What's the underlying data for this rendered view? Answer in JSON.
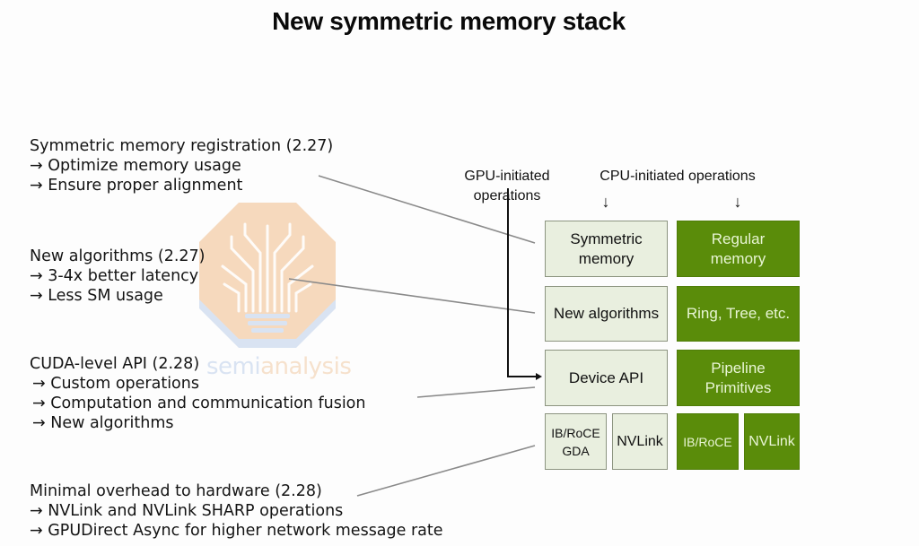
{
  "title": "New symmetric memory stack",
  "watermark": {
    "text_part1": "semi",
    "text_part2": "analysis",
    "icon": "lightbulb-circuit-tree-icon",
    "colors": {
      "orange": "#f6d9bd",
      "blue": "#d9e3f2"
    }
  },
  "features": [
    {
      "heading": "Symmetric memory registration (2.27)",
      "bullets": [
        "→ Optimize memory usage",
        "→ Ensure proper alignment"
      ]
    },
    {
      "heading": "New algorithms (2.27)",
      "bullets": [
        "→ 3-4x better latency",
        "→ Less SM usage"
      ]
    },
    {
      "heading": "CUDA-level API (2.28)",
      "bullets": [
        "→ Custom operations",
        "→ Computation and communication fusion",
        "→ New algorithms"
      ]
    },
    {
      "heading": "Minimal overhead to hardware (2.28)",
      "bullets": [
        "→ NVLink and NVLink SHARP operations",
        "→ GPUDirect Async for higher network message rate"
      ]
    }
  ],
  "diagram": {
    "gpu_label_line1": "GPU-initiated",
    "gpu_label_line2": "operations",
    "cpu_label": "CPU-initiated operations",
    "arrow_glyph": "↓",
    "colors": {
      "green": "#5a8c0a",
      "light": "#e9efdf",
      "green_text": "#e8f5d4"
    },
    "symmetric_column": {
      "row1_line1": "Symmetric",
      "row1_line2": "memory",
      "row2": "New algorithms",
      "row3": "Device API",
      "row4a_line1": "IB/RoCE",
      "row4a_line2": "GDA",
      "row4b": "NVLink"
    },
    "regular_column": {
      "row1_line1": "Regular",
      "row1_line2": "memory",
      "row2": "Ring, Tree, etc.",
      "row3_line1": "Pipeline",
      "row3_line2": "Primitives",
      "row4a": "IB/RoCE",
      "row4b": "NVLink"
    }
  }
}
